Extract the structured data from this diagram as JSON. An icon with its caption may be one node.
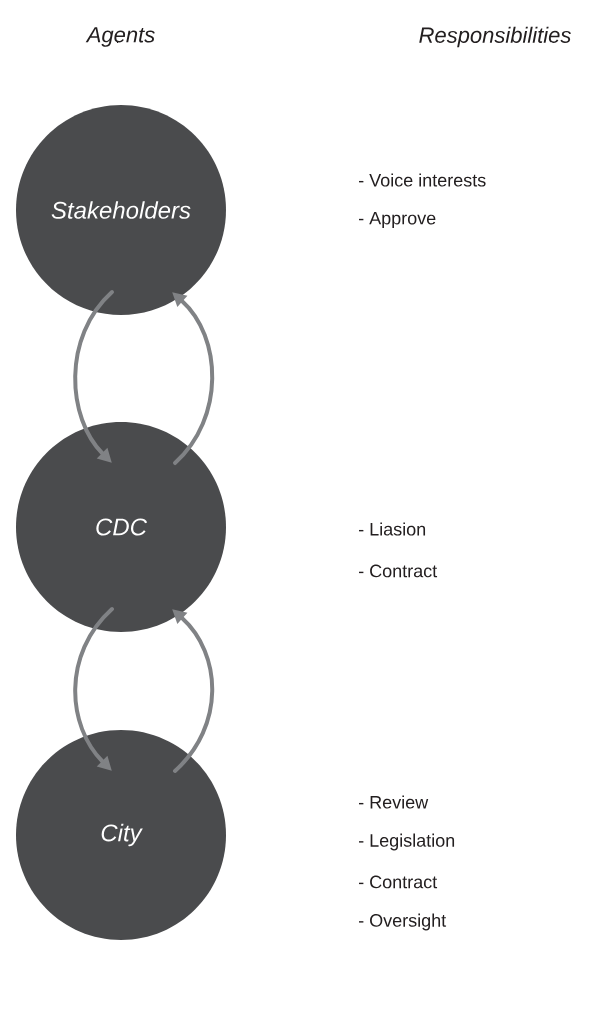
{
  "diagram": {
    "nodes": [
      {
        "text": [
          "Stakeholders"
        ]
      },
      {
        "text": [
          "CDC"
        ]
      },
      {
        "text": [
          "City"
        ]
      }
    ],
    "edges": [
      {
        "from": 0,
        "to": 1,
        "arrow": "to"
      },
      {
        "from": 1,
        "to": 0,
        "arrow": "to"
      },
      {
        "from": 1,
        "to": 2,
        "arrow": "to"
      },
      {
        "from": 2,
        "to": 1,
        "arrow": "to"
      }
    ],
    "labels": [
      "Agents",
      "Responsibilities",
      "- Voice interests",
      "- Approve",
      "- Liasion",
      "- Contract",
      "- Review",
      "- Legislation",
      "- Contract",
      "- Oversight"
    ]
  }
}
